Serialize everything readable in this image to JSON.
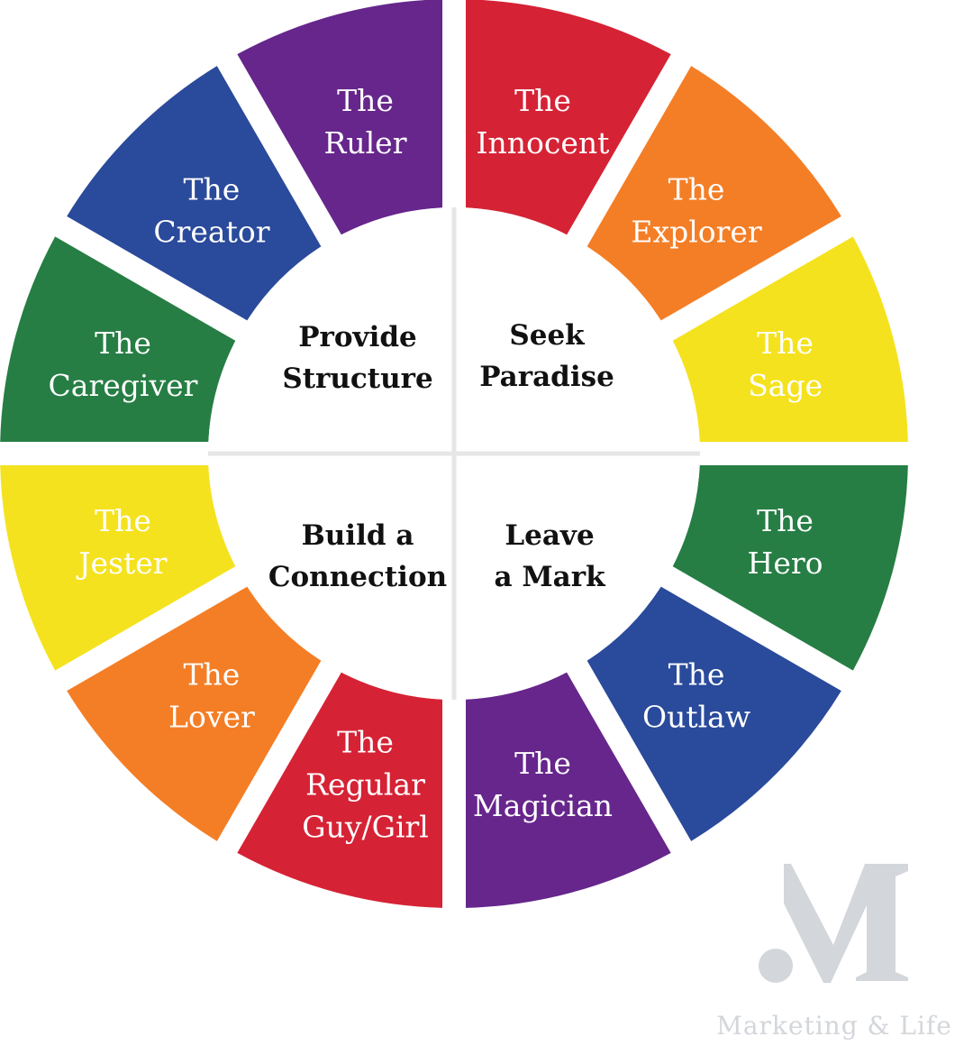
{
  "segments": [
    {
      "lines": [
        "The",
        "Innocent"
      ],
      "color": "#d62235",
      "text_color": "#ffffff"
    },
    {
      "lines": [
        "The",
        "Explorer"
      ],
      "color": "#f47e26",
      "text_color": "#ffffff"
    },
    {
      "lines": [
        "The",
        "Sage"
      ],
      "color": "#f5e21e",
      "text_color": "#111111"
    },
    {
      "lines": [
        "The",
        "Hero"
      ],
      "color": "#267e44",
      "text_color": "#ffffff"
    },
    {
      "lines": [
        "The",
        "Outlaw"
      ],
      "color": "#2a4a9b",
      "text_color": "#ffffff"
    },
    {
      "lines": [
        "The",
        "Magician"
      ],
      "color": "#66268c",
      "text_color": "#ffffff"
    },
    {
      "lines": [
        "The",
        "Regular",
        "Guy/Girl"
      ],
      "color": "#d62235",
      "text_color": "#ffffff"
    },
    {
      "lines": [
        "The",
        "Lover"
      ],
      "color": "#f47e26",
      "text_color": "#ffffff"
    },
    {
      "lines": [
        "The",
        "Jester"
      ],
      "color": "#f5e21e",
      "text_color": "#111111"
    },
    {
      "lines": [
        "The",
        "Caregiver"
      ],
      "color": "#267e44",
      "text_color": "#ffffff"
    },
    {
      "lines": [
        "The",
        "Creator"
      ],
      "color": "#2a4a9b",
      "text_color": "#ffffff"
    },
    {
      "lines": [
        "The",
        "Ruler"
      ],
      "color": "#66268c",
      "text_color": "#ffffff"
    }
  ],
  "quadrants": [
    {
      "lines": [
        "Seek",
        "Paradise"
      ]
    },
    {
      "lines": [
        "Leave",
        "a Mark"
      ]
    },
    {
      "lines": [
        "Build a",
        "Connection"
      ]
    },
    {
      "lines": [
        "Provide",
        "Structure"
      ]
    }
  ],
  "brand": {
    "logo_text": ".M",
    "tagline": "Marketing & Life"
  },
  "colors": {
    "center": "#ffffff",
    "divider": "#e6e6e6",
    "brand_gray": "#d3d6da"
  }
}
